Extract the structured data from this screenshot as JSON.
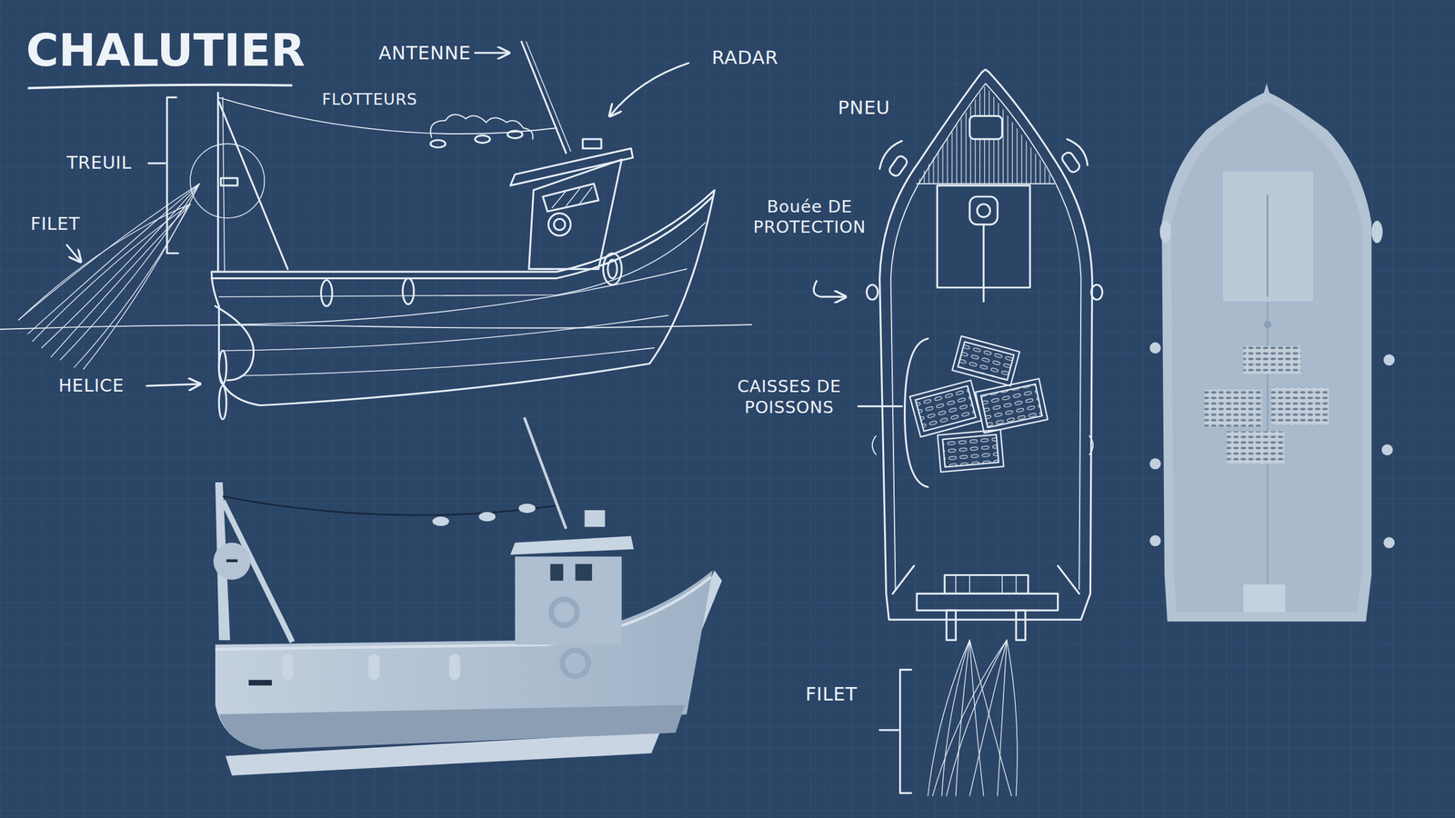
{
  "diagram": {
    "title": "CHALUTIER",
    "labels": [
      "ANTENNE",
      "RADAR",
      "FLOTTEURS",
      "TREUIL",
      "FILET",
      "HELICE",
      "PNEU",
      "Bouée DE PROTECTION",
      "CAISSES DE POISSONS",
      "FILET"
    ]
  }
}
